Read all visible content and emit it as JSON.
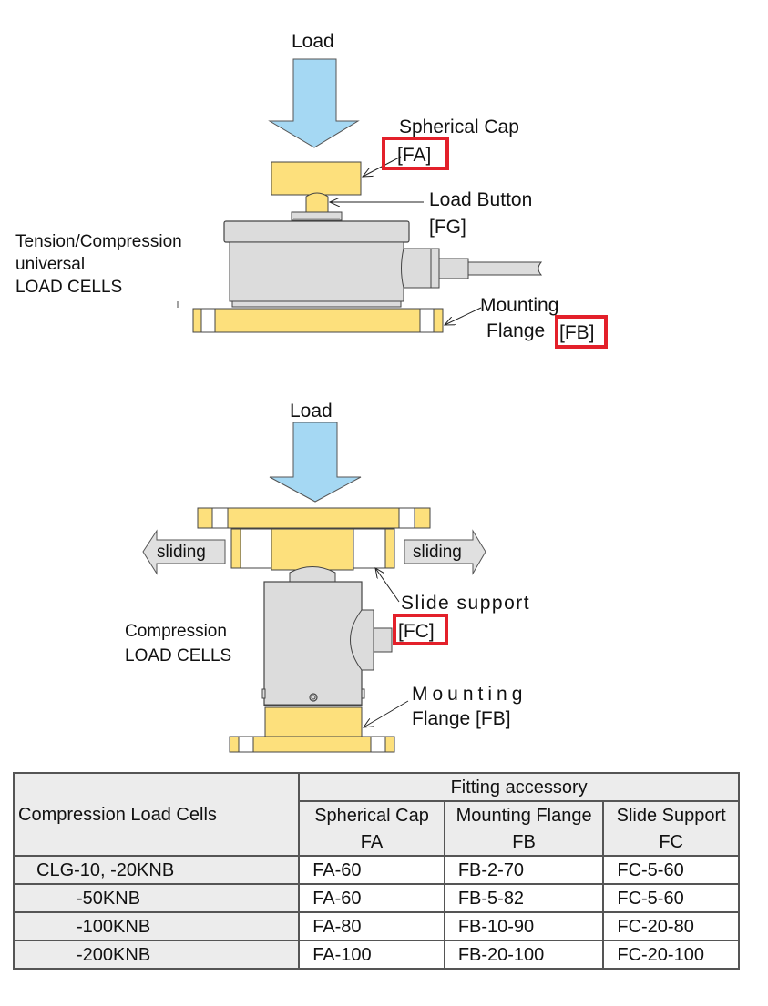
{
  "diagram_top": {
    "load_label": "Load",
    "spherical_cap_label": "Spherical Cap",
    "spherical_cap_code": "[FA]",
    "load_button_label": "Load Button",
    "load_button_code": "[FG]",
    "cell_type_lines": [
      "Tension/Compression",
      "universal",
      "LOAD CELLS"
    ],
    "mounting_flange_label_1": "Mounting",
    "mounting_flange_label_2": "Flange",
    "mounting_flange_code": "[FB]"
  },
  "diagram_bottom": {
    "load_label": "Load",
    "sliding_left": "sliding",
    "sliding_right": "sliding",
    "slide_support_label": "Slide support",
    "slide_support_code": "[FC]",
    "cell_type_lines": [
      "Compression",
      "LOAD CELLS"
    ],
    "mounting_flange_label_1": "Mounting",
    "mounting_flange_label_2": "Flange [FB]"
  },
  "colors": {
    "arrow_blue": "#a5d8f3",
    "part_yellow": "#fde07c",
    "body_gray": "#dcdcdc",
    "highlight_red": "#e3202a",
    "sliding_arrow_gray": "#e0e0e0"
  },
  "table": {
    "row_header": "Compression Load Cells",
    "group_header": "Fitting accessory",
    "columns": [
      {
        "name": "Spherical Cap",
        "code": "FA"
      },
      {
        "name": "Mounting Flange",
        "code": "FB"
      },
      {
        "name": "Slide Support",
        "code": "FC"
      }
    ],
    "rows": [
      {
        "model": "CLG-10, -20KNB",
        "fa": "FA-60",
        "fb": "FB-2-70",
        "fc": "FC-5-60"
      },
      {
        "model": "-50KNB",
        "fa": "FA-60",
        "fb": "FB-5-82",
        "fc": "FC-5-60"
      },
      {
        "model": "-100KNB",
        "fa": "FA-80",
        "fb": "FB-10-90",
        "fc": "FC-20-80"
      },
      {
        "model": "-200KNB",
        "fa": "FA-100",
        "fb": "FB-20-100",
        "fc": "FC-20-100"
      }
    ]
  }
}
